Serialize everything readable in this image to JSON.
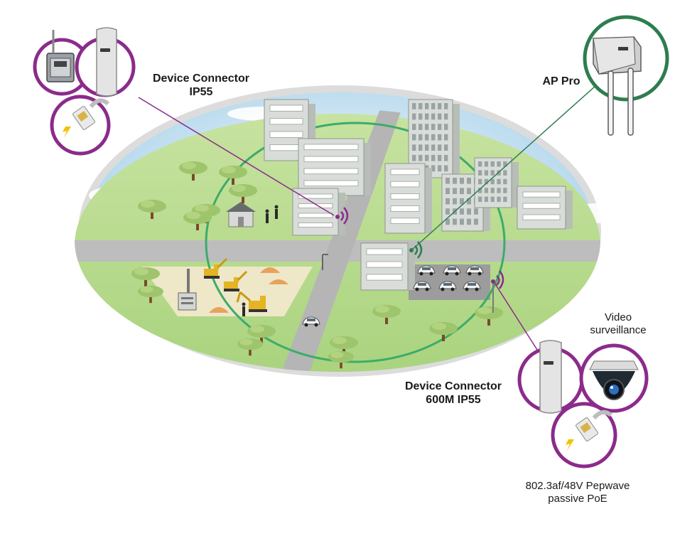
{
  "labels": {
    "device_connector_ip55": {
      "line1": "Device Connector",
      "line2": "IP55"
    },
    "ap_pro": {
      "line1": "AP Pro"
    },
    "video_surveillance": {
      "line1": "Video",
      "line2": "surveillance"
    },
    "device_connector_600m": {
      "line1": "Device Connector",
      "line2": "600M IP55"
    },
    "poe": {
      "line1": "802.3af/48V Pepwave",
      "line2": "passive PoE"
    }
  },
  "colors": {
    "connector_purple": "#8b2b8b",
    "ap_green": "#2e7d4f",
    "coverage_green": "#3dab6a",
    "ground": "#b9dd8c",
    "sky": "#cfe6f3",
    "road": "#b9b9b9",
    "building": "#d5d9d5",
    "tree": "#9ec46c",
    "trunk": "#7a4a2a"
  },
  "icons": [
    "cabinet-icon",
    "antenna-icon",
    "ethernet-plug-icon",
    "dome-camera-icon",
    "ap-pro-device-icon",
    "wifi-signal-icon"
  ]
}
